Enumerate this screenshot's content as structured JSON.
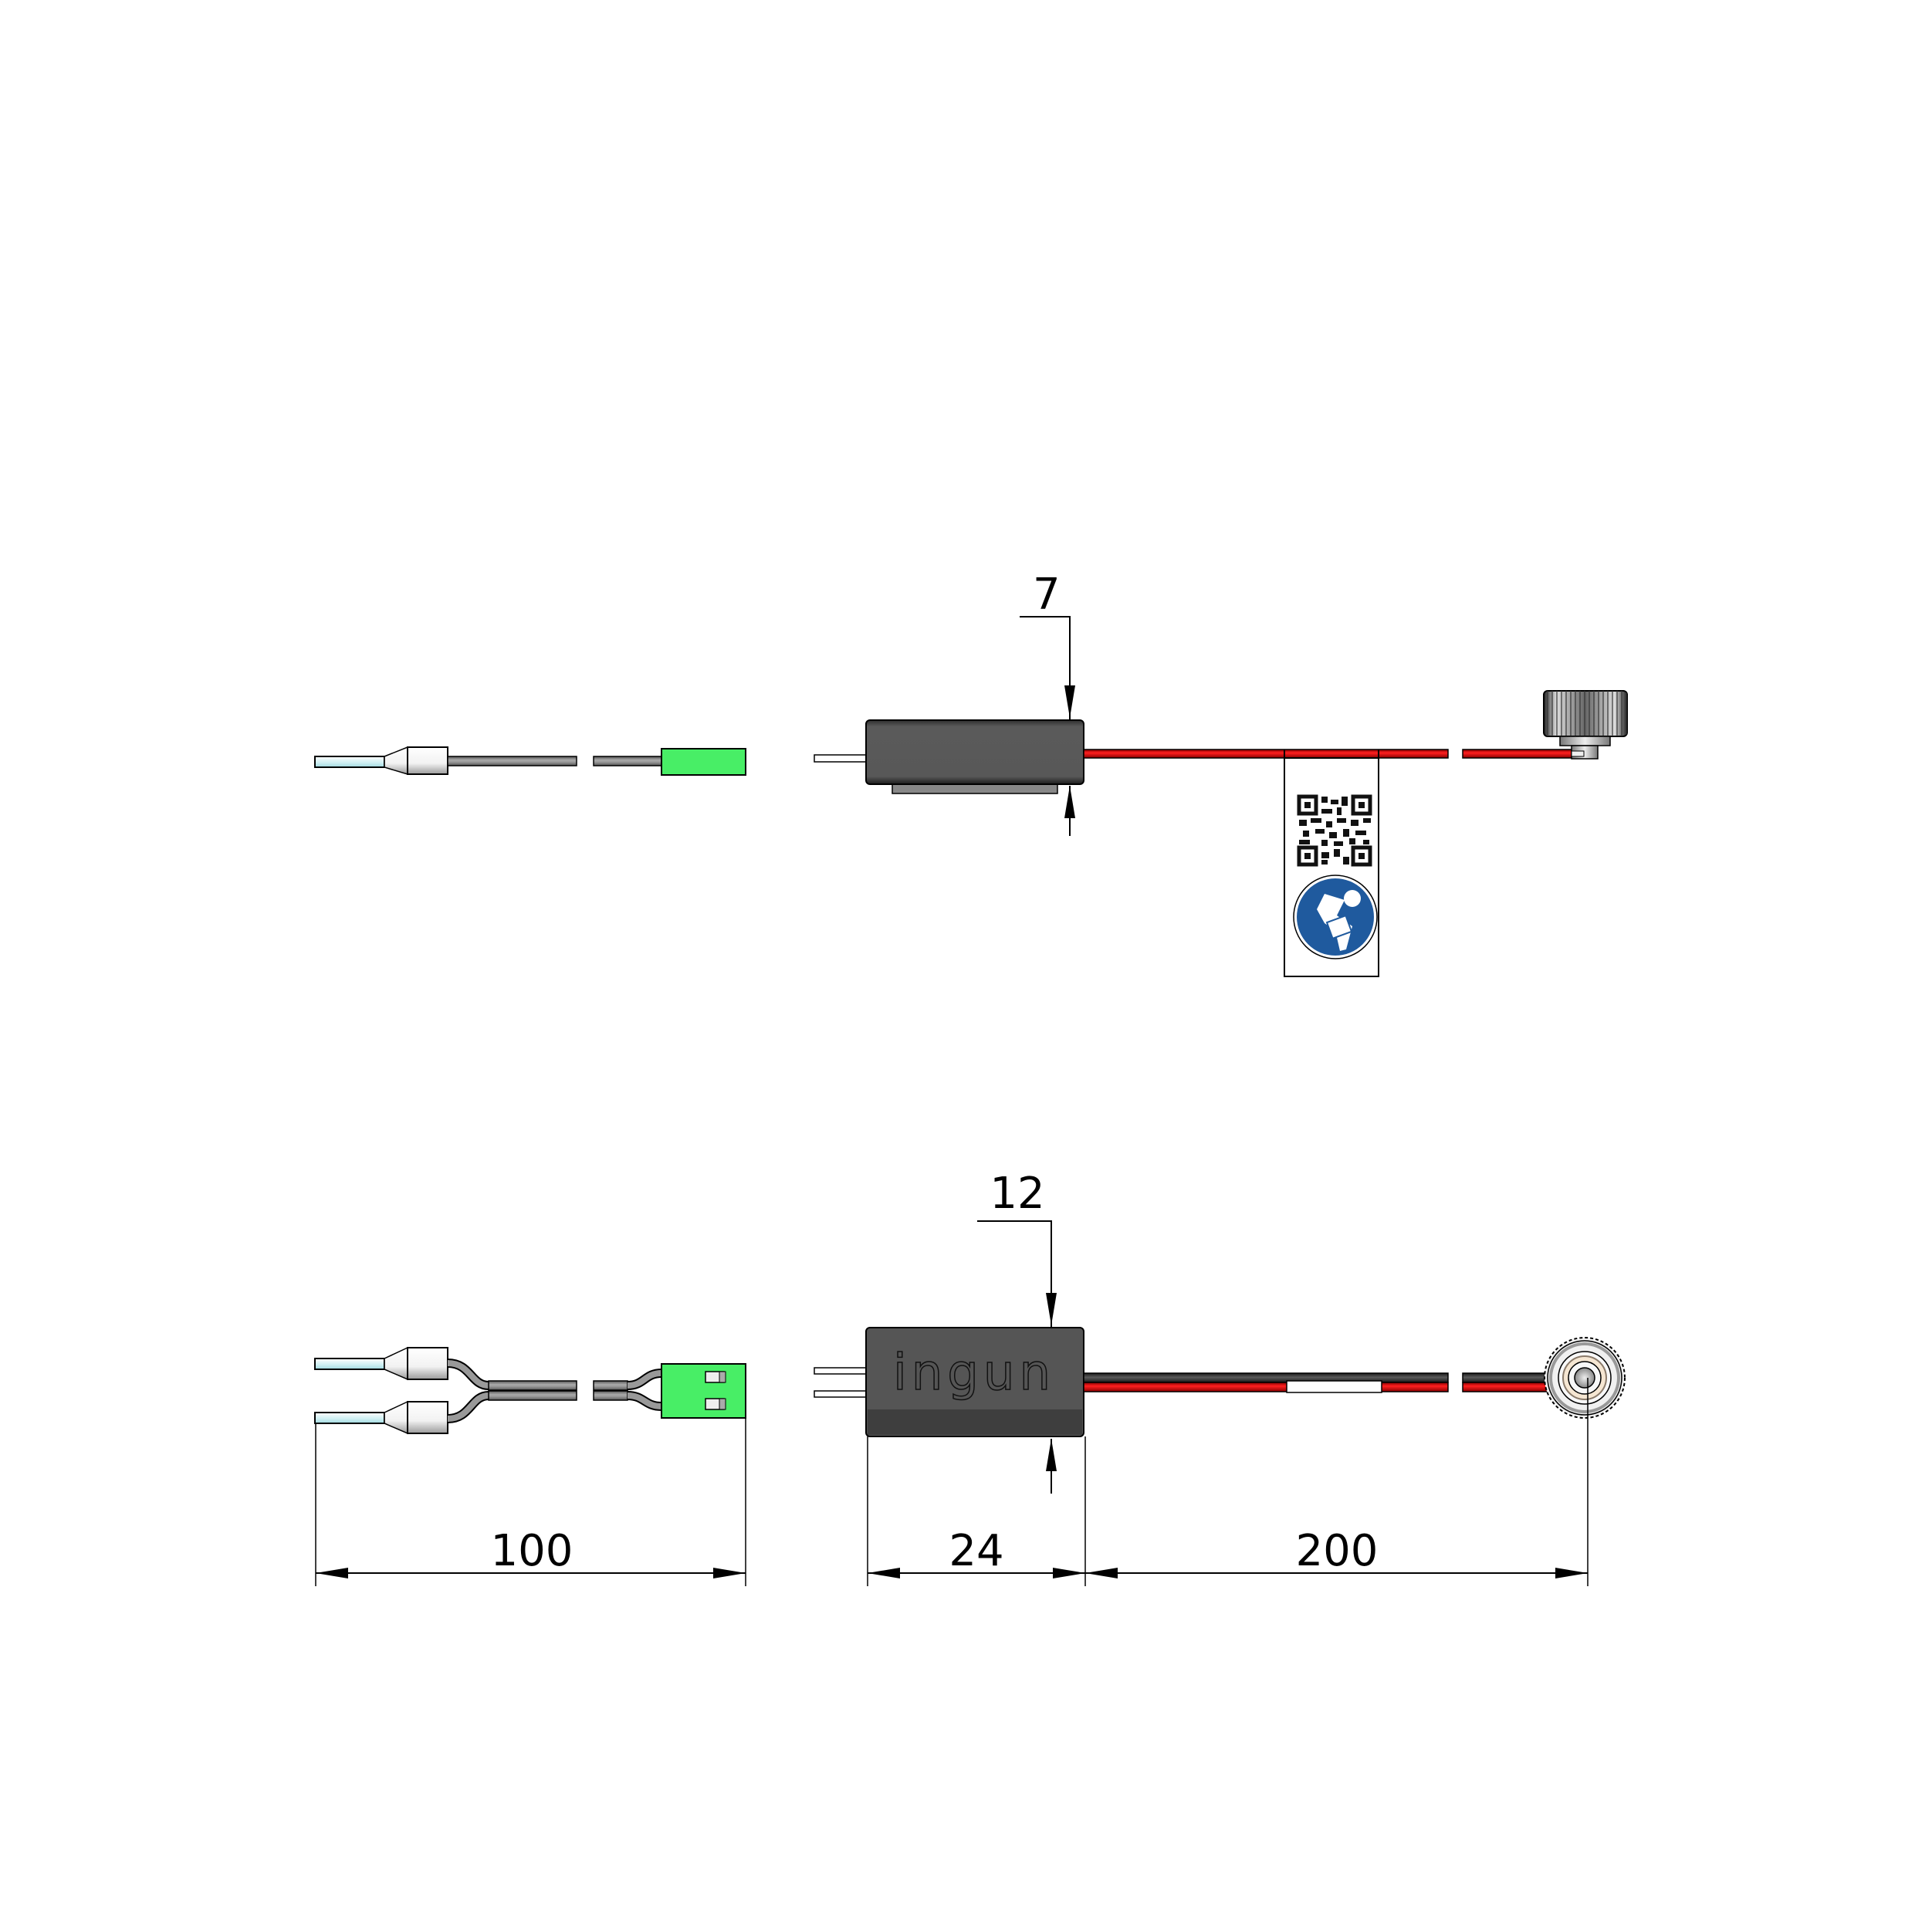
{
  "drawing": {
    "title": "Cable assembly dimensional drawing",
    "views": [
      "side-view",
      "top-view"
    ]
  },
  "dimensions": {
    "housing_height_side": "7",
    "housing_height_top": "12",
    "connector_cable_length": "100",
    "housing_length": "24",
    "output_cable_length": "200"
  },
  "housing": {
    "logo_text": "ingun",
    "color": "#555555"
  },
  "label_tag": {
    "qr_icon": "qr-code",
    "mandatory_sign_icon": "read-manual-sign",
    "sign_color": "#1f5a9e"
  },
  "colors": {
    "wire_red": "#e00000",
    "wire_black": "#2b2b2b",
    "connector_green": "#48ee66",
    "pin_cyan": "#d8f4f6"
  }
}
